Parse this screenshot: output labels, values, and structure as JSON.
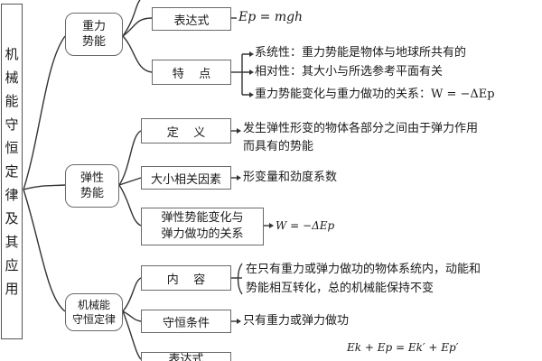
{
  "root": {
    "title": "机械能守恒定律及其应用"
  },
  "categories": [
    {
      "label": "重力\n势能",
      "items": [
        {
          "label": "表达式",
          "text": "Ep = mgh"
        },
        {
          "label": "特    点",
          "lines": [
            "系统性：重力势能是物体与地球所共有的",
            "相对性：其大小与所选参考平面有关",
            "重力势能变化与重力做功的关系：W = −ΔEp"
          ]
        }
      ]
    },
    {
      "label": "弹性\n势能",
      "items": [
        {
          "label": "定    义",
          "lines": [
            "发生弹性形变的物体各部分之间由于弹力作用",
            "而具有的势能"
          ]
        },
        {
          "label": "大小相关因素",
          "lines": [
            "形变量和劲度系数"
          ]
        },
        {
          "label": "弹性势能变化与\n弹力做功的关系",
          "lines": [
            "W = −ΔEp"
          ]
        }
      ]
    },
    {
      "label": "机械能\n守恒定律",
      "items": [
        {
          "label": "内    容",
          "lines": [
            "在只有重力或弹力做功的物体系统内，动能和",
            "势能相互转化，总的机械能保持不变"
          ]
        },
        {
          "label": "守恒条件",
          "lines": [
            "只有重力或弹力做功"
          ]
        },
        {
          "label": "表达式",
          "lines": [
            "Ek + Ep = Ek′ + Ep′"
          ]
        }
      ]
    }
  ]
}
